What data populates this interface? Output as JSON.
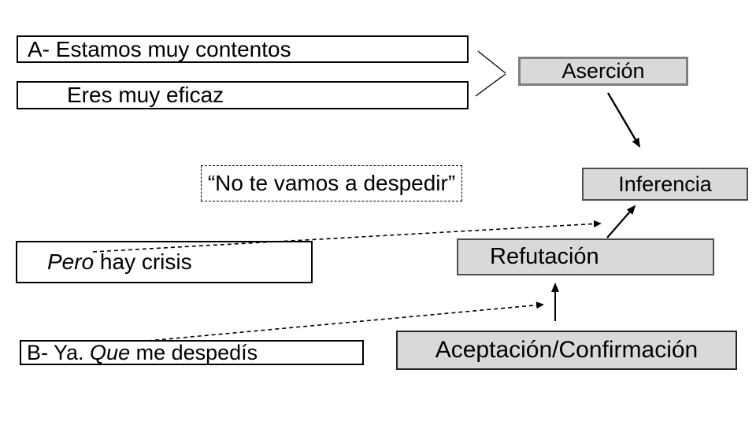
{
  "diagram": {
    "utterance_a_line1": "A- Estamos muy contentos",
    "utterance_a_line2": "Eres muy eficaz",
    "asercion_label": "Aserción",
    "quote_label": "“No te vamos a despedir”",
    "inferencia_label": "Inferencia",
    "pero_italic": "Pero",
    "pero_rest": " hay crisis",
    "refutacion_label": "Refutación",
    "b_prefix": "B- Ya. ",
    "b_italic": "Que",
    "b_rest": " me despedís",
    "aceptacion_label": "Aceptación/Confirmación"
  },
  "colors": {
    "background": "#ffffff",
    "text": "#000000",
    "gray_box_fill": "#d9d9d9",
    "asercion_border": "#7f7f7f",
    "inferencia_border": "#4d4d4d",
    "refutacion_border": "#4d4d4d",
    "aceptacion_border": "#262626",
    "white_box_border": "#000000",
    "arrow_color": "#000000"
  }
}
